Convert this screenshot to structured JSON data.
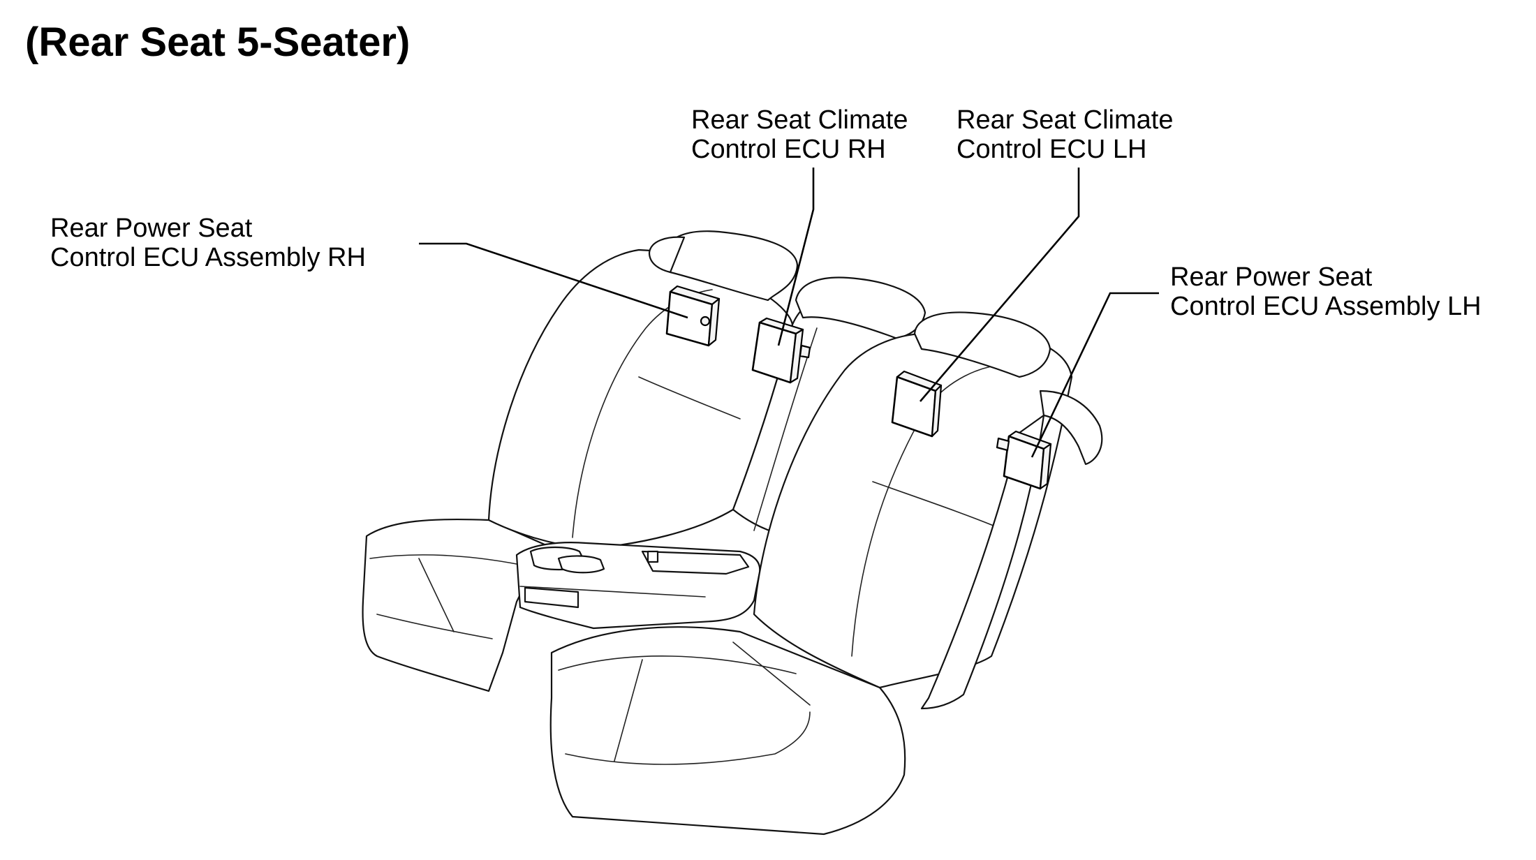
{
  "diagram": {
    "title": "(Rear Seat 5-Seater)",
    "callouts": {
      "rear_power_seat_rh": {
        "line1": "Rear Power Seat",
        "line2": "Control ECU Assembly RH"
      },
      "rear_seat_climate_rh": {
        "line1": "Rear Seat Climate",
        "line2": "Control ECU RH"
      },
      "rear_seat_climate_lh": {
        "line1": "Rear Seat Climate",
        "line2": "Control ECU LH"
      },
      "rear_power_seat_lh": {
        "line1": "Rear Power Seat",
        "line2": "Control ECU Assembly LH"
      }
    }
  }
}
